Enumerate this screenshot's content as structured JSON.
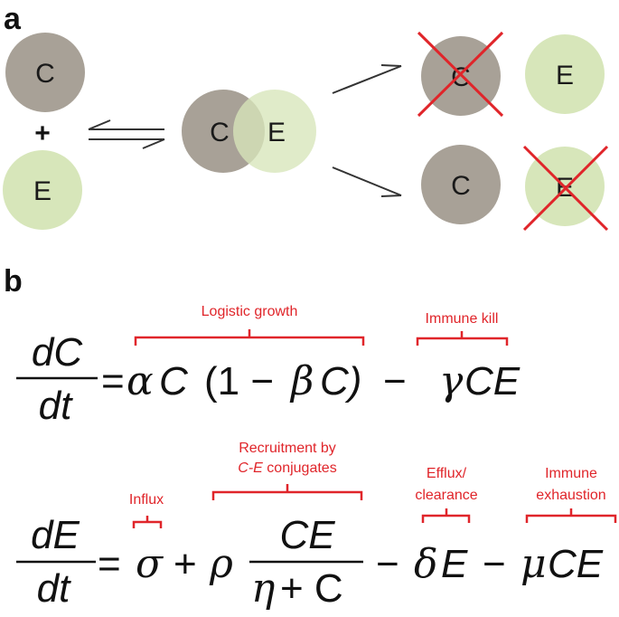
{
  "panel_a": {
    "label": "a",
    "cell_c": "C",
    "cell_e": "E",
    "plus": "+",
    "colors": {
      "cancer": "#a8a197",
      "effector": "#d7e6ba",
      "cross": "#e0252a",
      "arrow": "#333333"
    }
  },
  "panel_b": {
    "label": "b",
    "eq1": {
      "numerator": "dC",
      "denominator": "dt",
      "equals": "=",
      "alpha": "α",
      "c1": "C",
      "paren_open": "(1 −",
      "beta": "β",
      "c2": "C)",
      "minus": "−",
      "gamma": "γ",
      "ce": "CE",
      "ann_logistic": "Logistic growth",
      "ann_kill": "Immune kill"
    },
    "eq2": {
      "numerator": "dE",
      "denominator": "dt",
      "equals": "=",
      "sigma": "σ",
      "plus": "+",
      "rho": "ρ",
      "frac_num": "CE",
      "eta": "η",
      "frac_den_rest": "+ C",
      "minus1": "−",
      "delta": "δ",
      "e": "E",
      "minus2": "−",
      "mu": "μ",
      "ce": "CE",
      "ann_influx": "Influx",
      "ann_recruit_1": "Recruitment by",
      "ann_recruit_2": "C-E",
      "ann_recruit_3": " conjugates",
      "ann_efflux_1": "Efflux/",
      "ann_efflux_2": "clearance",
      "ann_exhaust_1": "Immune",
      "ann_exhaust_2": "exhaustion"
    }
  }
}
